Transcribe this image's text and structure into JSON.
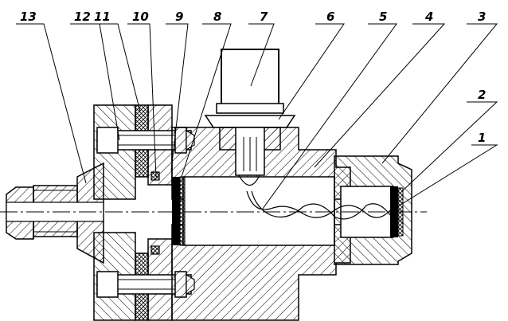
{
  "drawing": {
    "callouts": [
      "13",
      "12",
      "11",
      "10",
      "9",
      "8",
      "7",
      "6",
      "5",
      "4",
      "3",
      "2",
      "1"
    ]
  }
}
